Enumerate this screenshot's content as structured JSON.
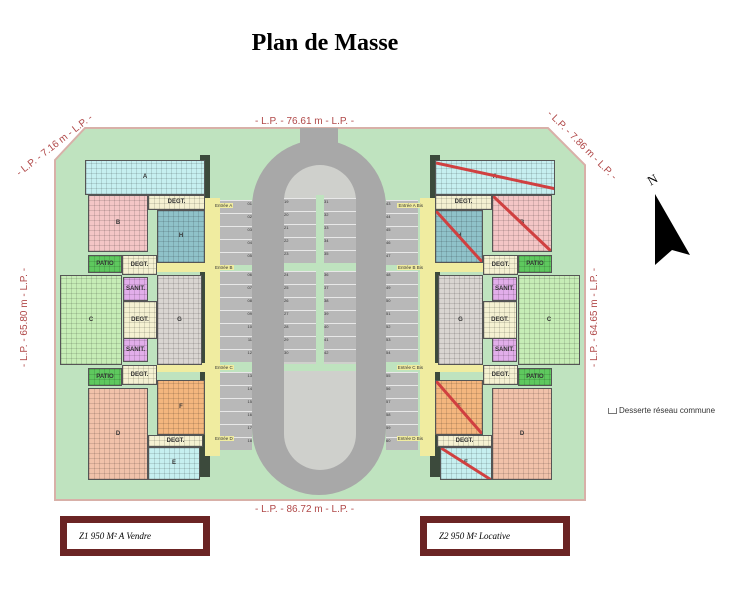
{
  "title": "Plan de Masse",
  "dimensions": {
    "top": "- L.P. - 76.61 m - L.P. -",
    "bottom": "- L.P. - 86.72 m - L.P. -",
    "left": "- L.P. - 65.80 m - L.P. -",
    "right": "- L.P. - 64.65 m - L.P. -",
    "top_left": "- L.P. - 7.16 m - L.P. -",
    "top_right": "- L.P. - 7.86 m - L.P. -"
  },
  "north_label": "N",
  "legend": {
    "label": "Desserte réseau commune"
  },
  "zones": [
    {
      "label": "Z1  950 M² A Vendre"
    },
    {
      "label": "Z2  950 M² Locative"
    }
  ],
  "rooms": {
    "A": "A",
    "B": "B",
    "H": "H",
    "G": "G",
    "C": "C",
    "D": "D",
    "E": "E",
    "F": "F",
    "degt": "DEGT.",
    "patio": "PATIO",
    "sanit": "SANIT."
  },
  "entries_left": [
    "Entrée A",
    "Entrée B",
    "Entrée C",
    "Entrée D"
  ],
  "entries_right": [
    "Entrée A Bis",
    "Entrée B Bis",
    "Entrée C Bis",
    "Entrée D Bis"
  ],
  "parking": {
    "col1": [
      "01",
      "02",
      "03",
      "04",
      "05",
      "06",
      "07",
      "08",
      "09",
      "10",
      "11",
      "12",
      "13",
      "14",
      "15",
      "16",
      "17",
      "18"
    ],
    "col2": [
      "19",
      "20",
      "21",
      "22",
      "23",
      "24",
      "25",
      "26",
      "27",
      "28",
      "29",
      "30"
    ],
    "col3": [
      "31",
      "32",
      "33",
      "34",
      "35",
      "36",
      "37",
      "38",
      "39",
      "40",
      "41",
      "42"
    ],
    "col4": [
      "43",
      "44",
      "45",
      "46",
      "47",
      "48",
      "49",
      "50",
      "51",
      "52",
      "53",
      "54",
      "55",
      "56",
      "57",
      "58",
      "59",
      "60"
    ]
  },
  "colors": {
    "site": "#bfe3bf",
    "road": "#a8a8a8",
    "corridor": "#f0eca0",
    "wall": "#3c4a3c",
    "boundary": "#b04848",
    "red_line": "#d04040",
    "zone_frame": "#6b2424"
  }
}
